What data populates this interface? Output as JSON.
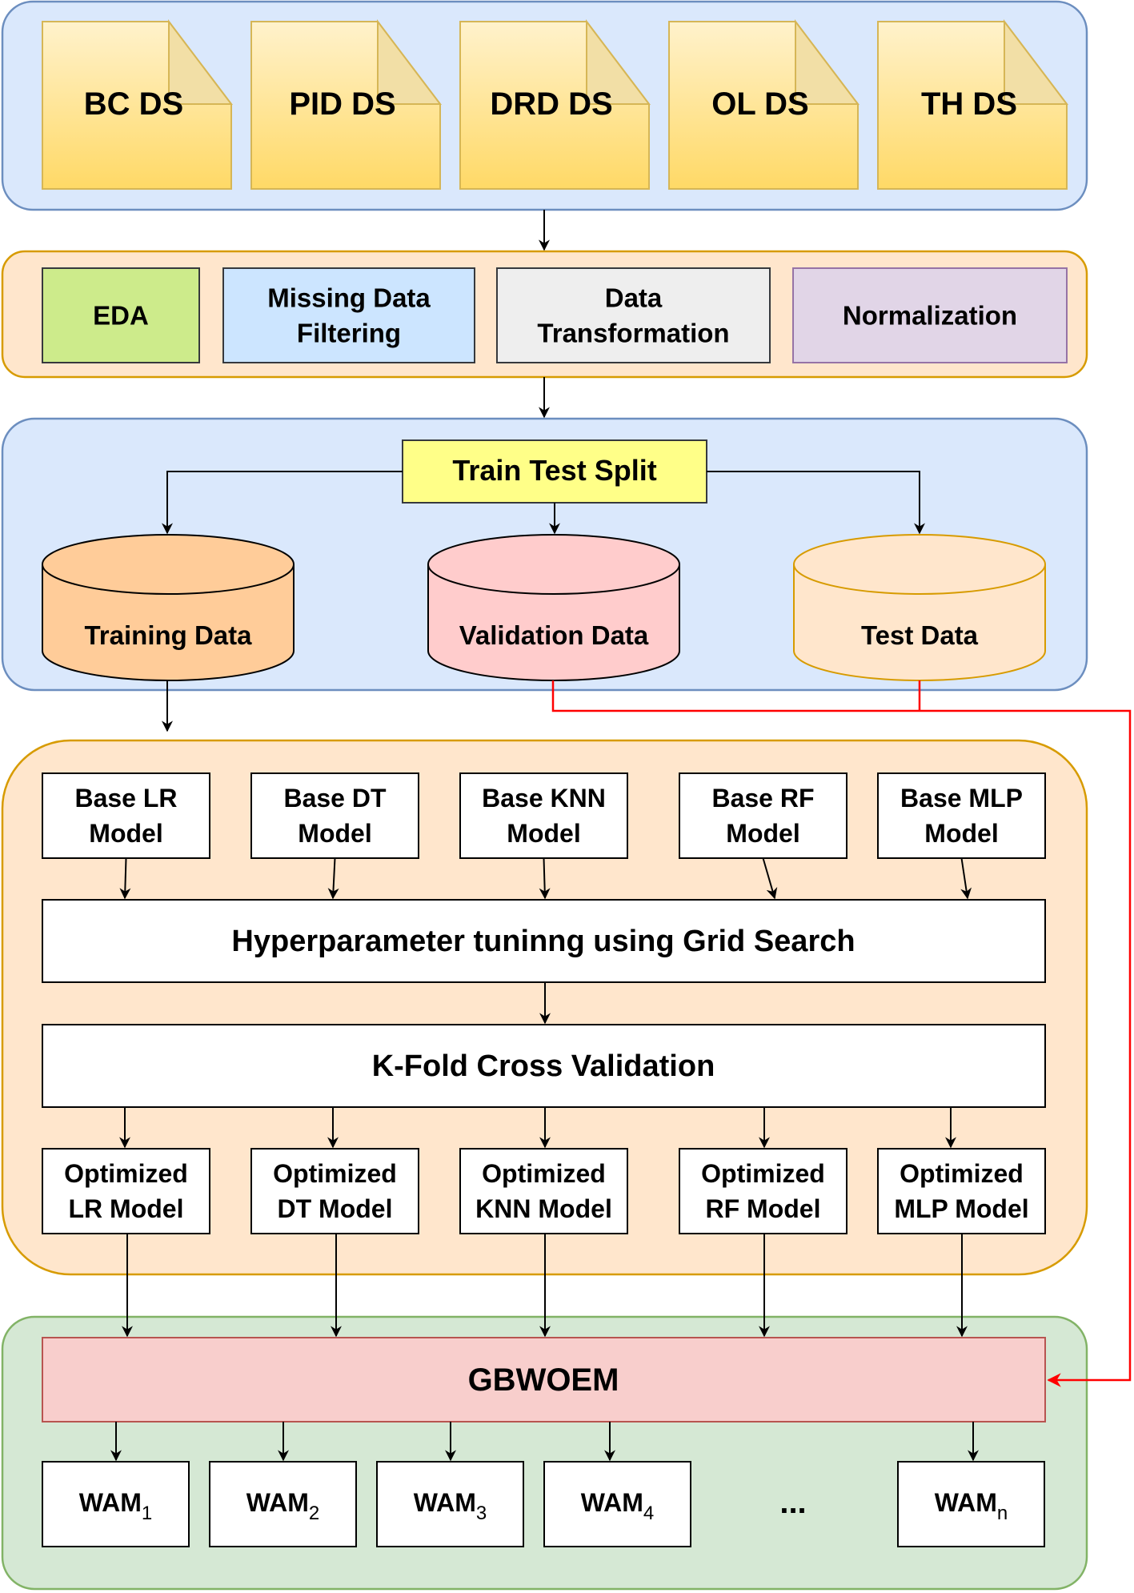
{
  "colors": {
    "panel_blue_fill": "#dae8fc",
    "panel_blue_stroke": "#6c8ebf",
    "panel_orange_fill": "#ffe6cc",
    "panel_orange_stroke": "#d79b00",
    "panel_green_fill": "#d5e8d4",
    "panel_green_stroke": "#82b366",
    "doc_fill_top": "#fff2cc",
    "doc_fill_bottom": "#ffd966",
    "doc_stroke": "#d6b656",
    "eda_fill": "#cdeb8b",
    "missing_fill": "#cce5ff",
    "transform_fill": "#eeeeee",
    "normalization_fill": "#e1d5e7",
    "normalization_stroke": "#9673a6",
    "split_fill": "#ffff88",
    "training_fill": "#ffcc99",
    "validation_fill": "#ffcccc",
    "test_fill": "#ffe6cc",
    "test_stroke": "#d79b00",
    "gbwoem_fill": "#f8cecc",
    "gbwoem_stroke": "#b85450",
    "feedback_arrow": "#ff0000"
  },
  "datasets": [
    "BC DS",
    "PID DS",
    "DRD DS",
    "OL DS",
    "TH DS"
  ],
  "preprocessing": [
    {
      "lines": [
        "EDA"
      ]
    },
    {
      "lines": [
        "Missing Data",
        "Filtering"
      ]
    },
    {
      "lines": [
        "Data",
        "Transformation"
      ]
    },
    {
      "lines": [
        "Normalization"
      ]
    }
  ],
  "split": {
    "label": "Train Test Split",
    "outputs": [
      "Training Data",
      "Validation Data",
      "Test Data"
    ]
  },
  "base_models": [
    {
      "lines": [
        "Base LR",
        "Model"
      ]
    },
    {
      "lines": [
        "Base DT",
        "Model"
      ]
    },
    {
      "lines": [
        "Base KNN",
        "Model"
      ]
    },
    {
      "lines": [
        "Base RF",
        "Model"
      ]
    },
    {
      "lines": [
        "Base MLP",
        "Model"
      ]
    }
  ],
  "tuning": "Hyperparameter tuninng using Grid Search",
  "cross_validation": "K-Fold Cross Validation",
  "optimized_models": [
    {
      "lines": [
        "Optimized",
        "LR Model"
      ]
    },
    {
      "lines": [
        "Optimized",
        "DT Model"
      ]
    },
    {
      "lines": [
        "Optimized",
        "KNN Model"
      ]
    },
    {
      "lines": [
        "Optimized",
        "RF Model"
      ]
    },
    {
      "lines": [
        "Optimized",
        "MLP Model"
      ]
    }
  ],
  "ensemble": "GBWOEM",
  "outputs": [
    {
      "base": "WAM",
      "sub": "1"
    },
    {
      "base": "WAM",
      "sub": "2"
    },
    {
      "base": "WAM",
      "sub": "3"
    },
    {
      "base": "WAM",
      "sub": "4"
    },
    {
      "base": "WAM",
      "sub": "n"
    }
  ],
  "ellipsis": "..."
}
